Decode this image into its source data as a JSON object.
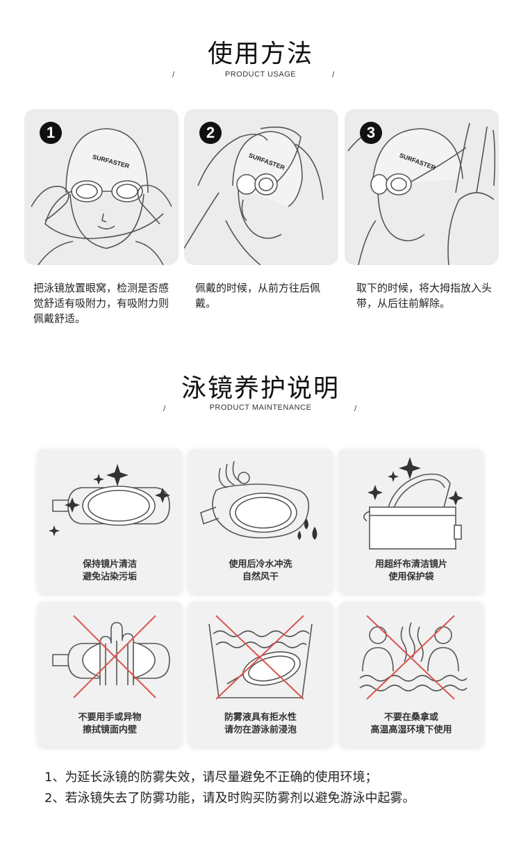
{
  "usage": {
    "title": "使用方法",
    "subtitle": "PRODUCT USAGE",
    "slash": "/",
    "steps": [
      {
        "number": "1",
        "brand": "SURFASTER",
        "text": "把泳镜放置眼窝，检测是否感觉舒适有吸附力，有吸附力则佩戴舒适。"
      },
      {
        "number": "2",
        "brand": "SURFASTER",
        "text": "佩戴的时候，从前方往后佩戴。"
      },
      {
        "number": "3",
        "brand": "SURFASTER",
        "text": "取下的时候，将大拇指放入头带，从后往前解除。"
      }
    ]
  },
  "maintenance": {
    "title": "泳镜养护说明",
    "subtitle": "PRODUCT MAINTENANCE",
    "slash": "/",
    "cards": [
      {
        "icon": "sparkle-goggle-icon",
        "line1": "保持镜片清洁",
        "line2": "避免沾染污垢"
      },
      {
        "icon": "water-rinse-icon",
        "line1": "使用后冷水冲洗",
        "line2": "自然风干"
      },
      {
        "icon": "protective-case-icon",
        "line1": "用超纤布清洁镜片",
        "line2": "使用保护袋"
      },
      {
        "icon": "no-touch-lens-icon",
        "line1": "不要用手或异物",
        "line2": "擦拭镜面内壁"
      },
      {
        "icon": "no-soak-icon",
        "line1": "防雾液具有拒水性",
        "line2": "请勿在游泳前浸泡"
      },
      {
        "icon": "no-sauna-icon",
        "line1": "不要在桑拿或",
        "line2": "高温高湿环境下使用"
      }
    ]
  },
  "notes": [
    "1、为延长泳镜的防雾失效，请尽量避免不正确的使用环境；",
    "2、若泳镜失去了防雾功能，请及时购买防雾剂以避免游泳中起雾。"
  ],
  "colors": {
    "card_bg": "#ececec",
    "cross": "#d9534f",
    "line": "#555555"
  }
}
